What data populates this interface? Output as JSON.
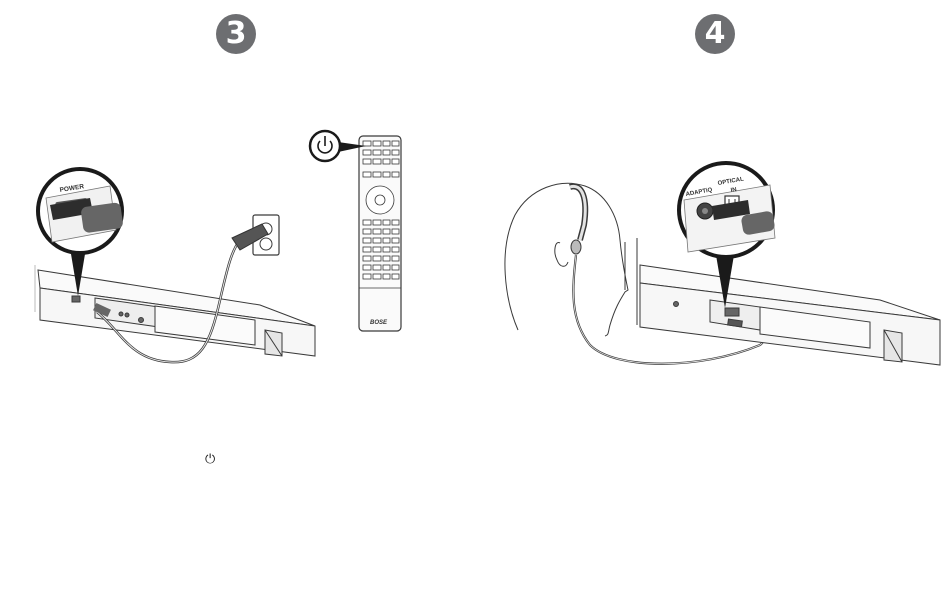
{
  "steps": [
    {
      "number": "3"
    },
    {
      "number": "4"
    }
  ],
  "callouts": {
    "power_port_label": "POWER",
    "adaptiq_label": "ADAPTiQ",
    "optical_label_line1": "OPTICAL",
    "optical_label_line2": "IN"
  },
  "remote": {
    "brand_label": "BOSE",
    "power_button_icon": "power-icon"
  },
  "icons": {
    "power_symbol": "⏻"
  },
  "colors": {
    "badge": "#6d6e71",
    "line": "#3a3a3a",
    "fill_light": "#f4f4f4",
    "fill_dark": "#555555"
  }
}
